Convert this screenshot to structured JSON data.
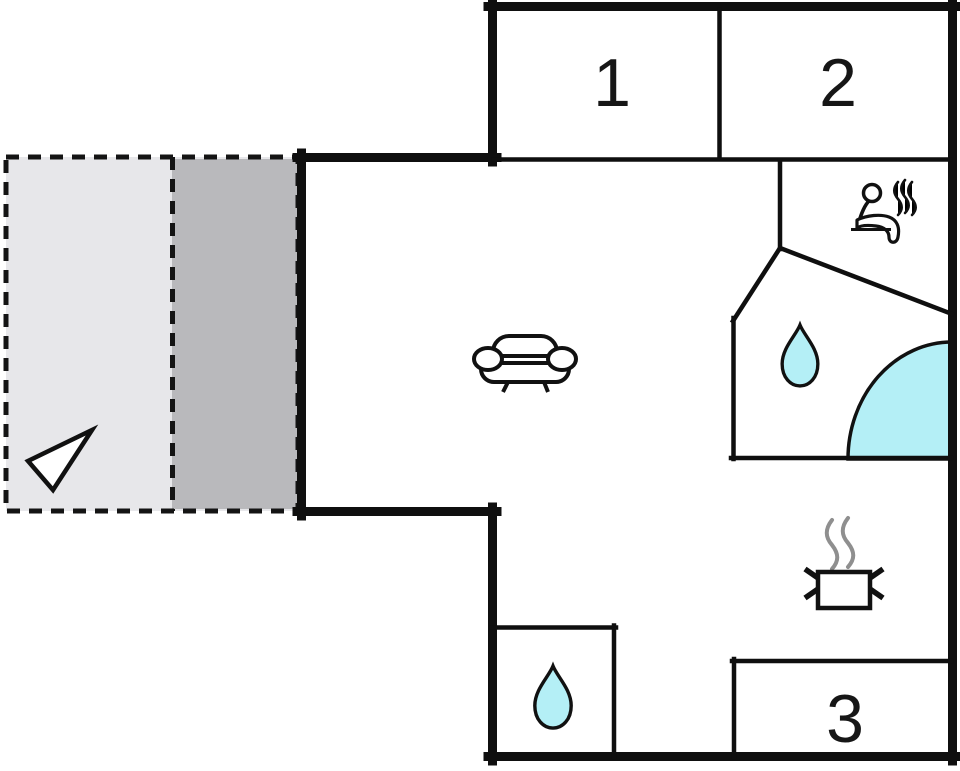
{
  "plan": {
    "type": "floor-plan",
    "rooms": [
      {
        "name": "bedroom-1",
        "label": "1"
      },
      {
        "name": "bedroom-2",
        "label": "2"
      },
      {
        "name": "bedroom-3",
        "label": "3"
      }
    ],
    "icons": {
      "sauna": "sauna-person-with-steam-icon",
      "bathroom_main": "water-drop-icon",
      "bathroom_small": "water-drop-icon",
      "bathtub": "corner-bathtub",
      "kitchen": "steaming-pot-icon",
      "living_room": "sofa-icon",
      "terrace_marker": "north-arrow"
    },
    "colors": {
      "wall": "#0f0f0f",
      "water": "#b4eff6",
      "steam": "#8f8f8f",
      "terrace_light": "#e7e7ea",
      "terrace_dark": "#b9b9bc",
      "icon_stroke": "#111111",
      "label": "#161616",
      "background": "#ffffff"
    }
  }
}
